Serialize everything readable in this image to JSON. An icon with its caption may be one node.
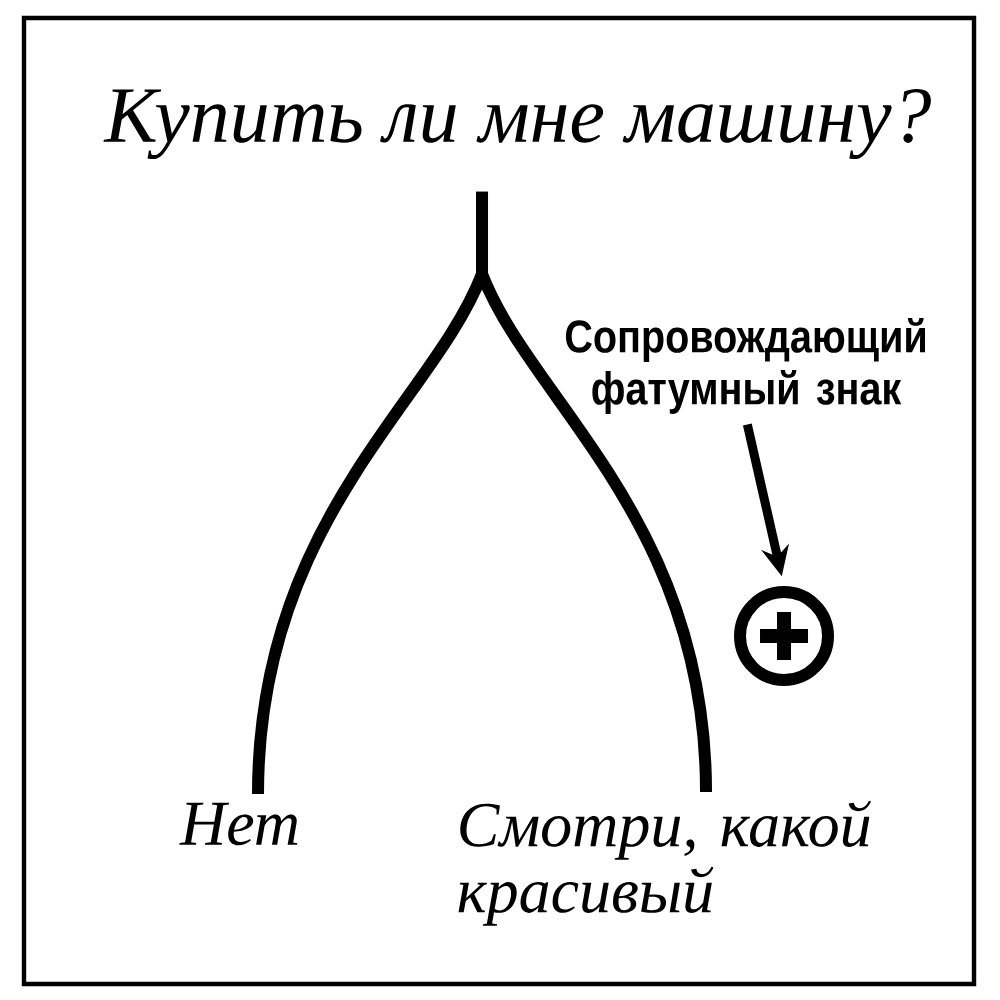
{
  "diagram": {
    "nodes": [
      {
        "text": [
          "Купить ли мне машину?"
        ]
      },
      {
        "text": [
          "Нет"
        ]
      },
      {
        "text": [
          "Смотри, какой красивый"
        ]
      },
      {
        "text": [
          "Сопровождающий фатумный знак"
        ]
      },
      {
        "text": [],
        "shape": "circle"
      }
    ],
    "edges": [
      {
        "from": 0,
        "to": 1,
        "arrow": "none"
      },
      {
        "from": 0,
        "to": 2,
        "arrow": "none"
      },
      {
        "from": 3,
        "to": 4,
        "arrow": "to"
      }
    ]
  }
}
